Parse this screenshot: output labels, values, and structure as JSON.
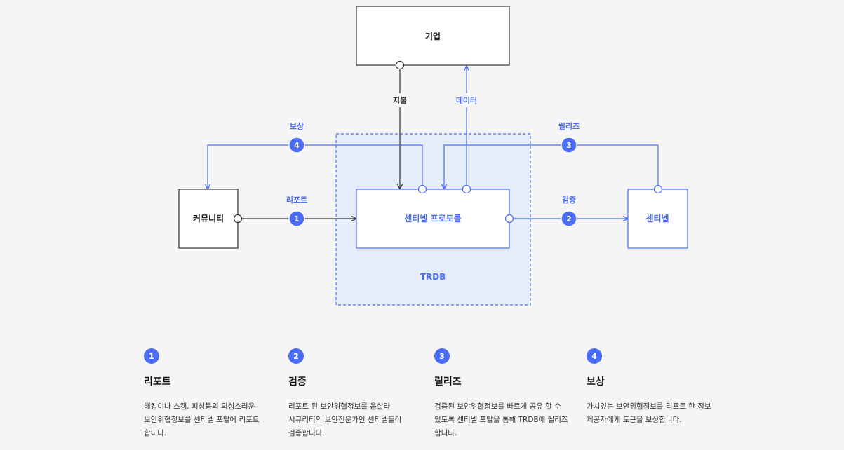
{
  "colors": {
    "accent": "#4a6cf7",
    "region_fill": "#e6eefc",
    "dark_line": "#333333",
    "background": "#f5f5f5"
  },
  "nodes": {
    "company": "기업",
    "community": "커뮤니티",
    "protocol": "센티넬 프로토콜",
    "sentinel": "센티넬",
    "trdb": "TRDB"
  },
  "edges": {
    "payment": "지불",
    "data": "데이터",
    "reward": "보상",
    "release": "릴리즈",
    "report": "리포트",
    "verify": "검증"
  },
  "step_numbers": {
    "report": "1",
    "verify": "2",
    "release": "3",
    "reward": "4"
  },
  "steps": [
    {
      "num": "1",
      "title": "리포트",
      "desc": "해킹이나 스캠, 피싱등의 의심스러운 보안위협정보를 센티넬 포탈에 리포트 합니다."
    },
    {
      "num": "2",
      "title": "검증",
      "desc": "리포트 된 보안위협정보를 옵살라 시큐리티의 보안전문가인 센티넬들이 검증합니다."
    },
    {
      "num": "3",
      "title": "릴리즈",
      "desc": "검증된 보안위협정보를 빠르게 공유 할 수 있도록 센티넬 포탈을 통해 TRDB에 릴리즈 합니다."
    },
    {
      "num": "4",
      "title": "보상",
      "desc": "가치있는 보안위협정보를 리포트 한 정보 제공자에게 토큰을 보상합니다."
    }
  ]
}
